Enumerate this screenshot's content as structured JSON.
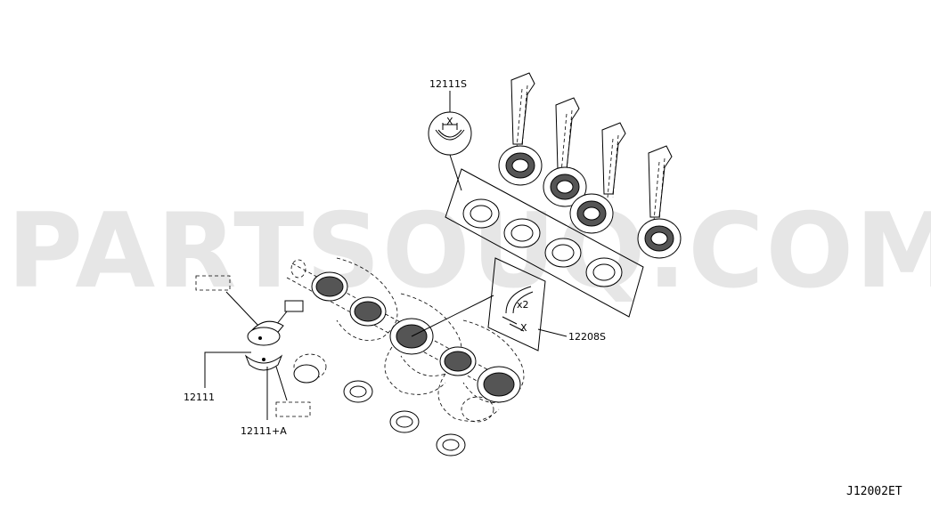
{
  "watermark": "PARTSOUQ.COM",
  "callouts": {
    "conrod_bearing_set": "12111S",
    "main_bearing_set": "12208S",
    "conrod_bearing": "12111",
    "conrod_bearing_a": "12111+A"
  },
  "marks": {
    "x_top": "X",
    "x_side": "X",
    "qty": "x2"
  },
  "diagram_code": "J12002ET"
}
